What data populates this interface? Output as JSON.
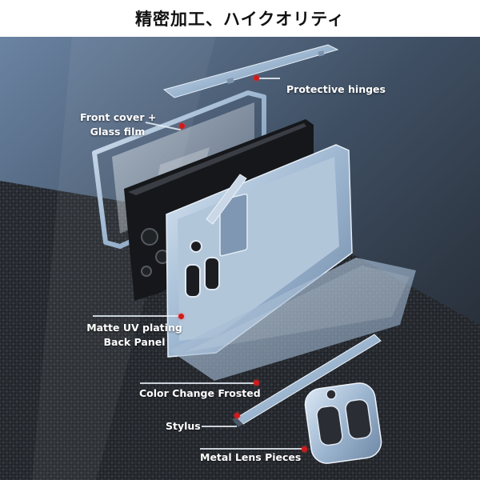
{
  "heading": "精密加工、ハイクオリティ",
  "labels": {
    "protective_hinges": "Protective hinges",
    "front_cover_line1": "Front cover +",
    "front_cover_line2": "Glass film",
    "matte_line1": "Matte UV plating",
    "matte_line2": "Back Panel",
    "color_change": "Color Change Frosted",
    "stylus": "Stylus",
    "lens": "Metal Lens Pieces"
  },
  "colors": {
    "accent_dot": "#d21a1a",
    "frame_blue": "#9fb8d2",
    "background_dark": "#2c3036"
  }
}
